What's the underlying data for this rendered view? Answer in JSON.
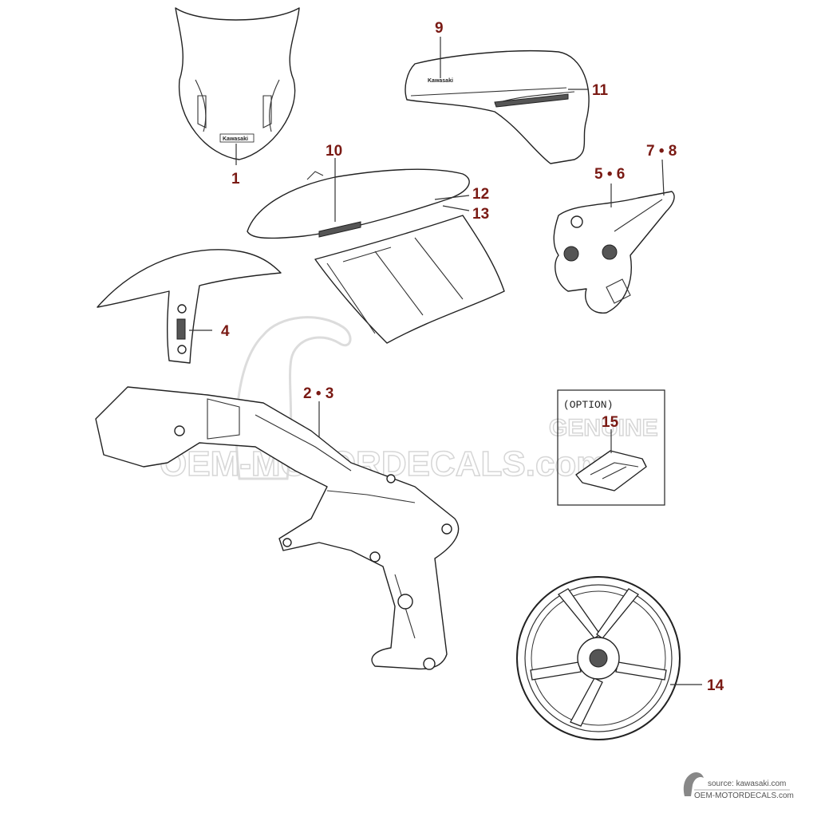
{
  "diagram": {
    "callouts": {
      "c1": "1",
      "c2_3": "2 • 3",
      "c4": "4",
      "c5_6": "5 • 6",
      "c7_8": "7 • 8",
      "c9": "9",
      "c10": "10",
      "c11": "11",
      "c12": "12",
      "c13": "13",
      "c14": "14",
      "c15": "15"
    },
    "option_label": "(OPTION)",
    "part_brand": "Kawasaki",
    "watermark": {
      "line1": "GENUINE",
      "line2": "OEM-MOTORDECALS.com"
    },
    "footer": {
      "source": "source: kawasaki.com",
      "site": "OEM-MOTORDECALS.com"
    },
    "colors": {
      "callout": "#7a1a14",
      "line": "#222222",
      "watermark": "#d6d6d6"
    }
  }
}
